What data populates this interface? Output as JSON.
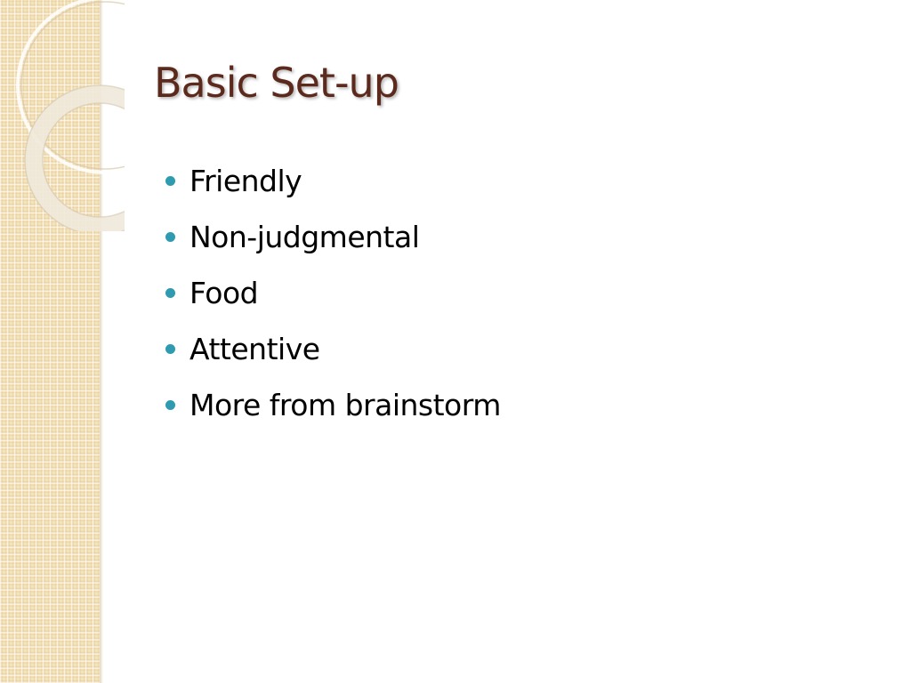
{
  "slide": {
    "title": "Basic Set-up",
    "bullets": [
      "Friendly",
      "Non-judgmental",
      "Food",
      "Attentive",
      "More from brainstorm"
    ]
  },
  "colors": {
    "title": "#5c2a1c",
    "bullet_marker": "#2e9bb0",
    "side_panel": "#f4e3bf",
    "background": "#ffffff"
  }
}
